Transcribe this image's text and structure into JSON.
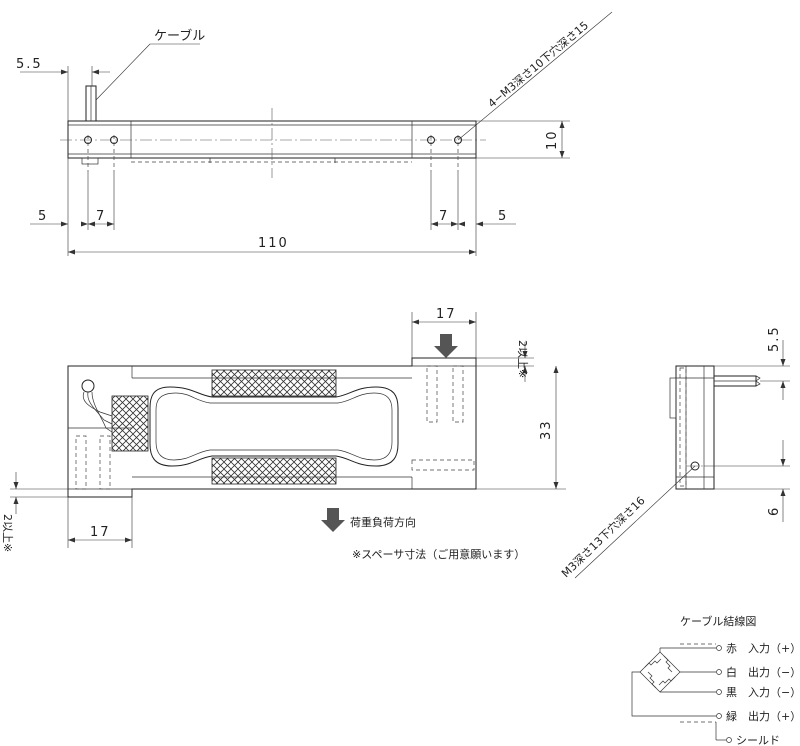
{
  "top_view": {
    "cable_label": "ケーブル",
    "dim_left_tab": "5.5",
    "dim_left_edge": "5",
    "dim_left_hole": "7",
    "dim_right_hole": "7",
    "dim_right_edge": "5",
    "dim_length": "110",
    "dim_height": "10",
    "hole_note": "4−M3深さ10下穴深さ15"
  },
  "front_view": {
    "dim_top_spacer": "17",
    "dim_top_gap": "2以上※",
    "dim_bottom_spacer": "17",
    "dim_bottom_gap": "2以上※",
    "dim_height": "33",
    "load_direction": "荷重負荷方向",
    "spacer_note": "※スペーサ寸法（ご用意願います）"
  },
  "side_view": {
    "dim_top": "5.5",
    "dim_bottom": "6",
    "hole_note": "M3深さ13下穴深さ16"
  },
  "wiring": {
    "title": "ケーブル結線図",
    "wires": [
      {
        "color": "赤",
        "function": "入力（+）"
      },
      {
        "color": "白",
        "function": "出力（−）"
      },
      {
        "color": "黒",
        "function": "入力（−）"
      },
      {
        "color": "緑",
        "function": "出力（+）"
      }
    ],
    "shield": "シールド"
  }
}
